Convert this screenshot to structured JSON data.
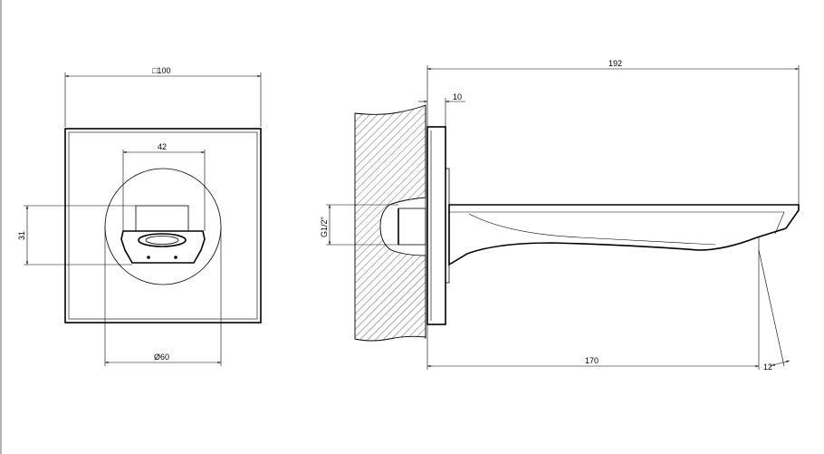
{
  "front_view": {
    "width_label": "□100",
    "inner_width_label": "42",
    "height_label": "31",
    "diameter_label": "Ø60"
  },
  "side_view": {
    "total_length_label": "192",
    "flange_label": "10",
    "thread_label": "G1/2\"",
    "projection_label": "170",
    "angle_label": "12°"
  }
}
